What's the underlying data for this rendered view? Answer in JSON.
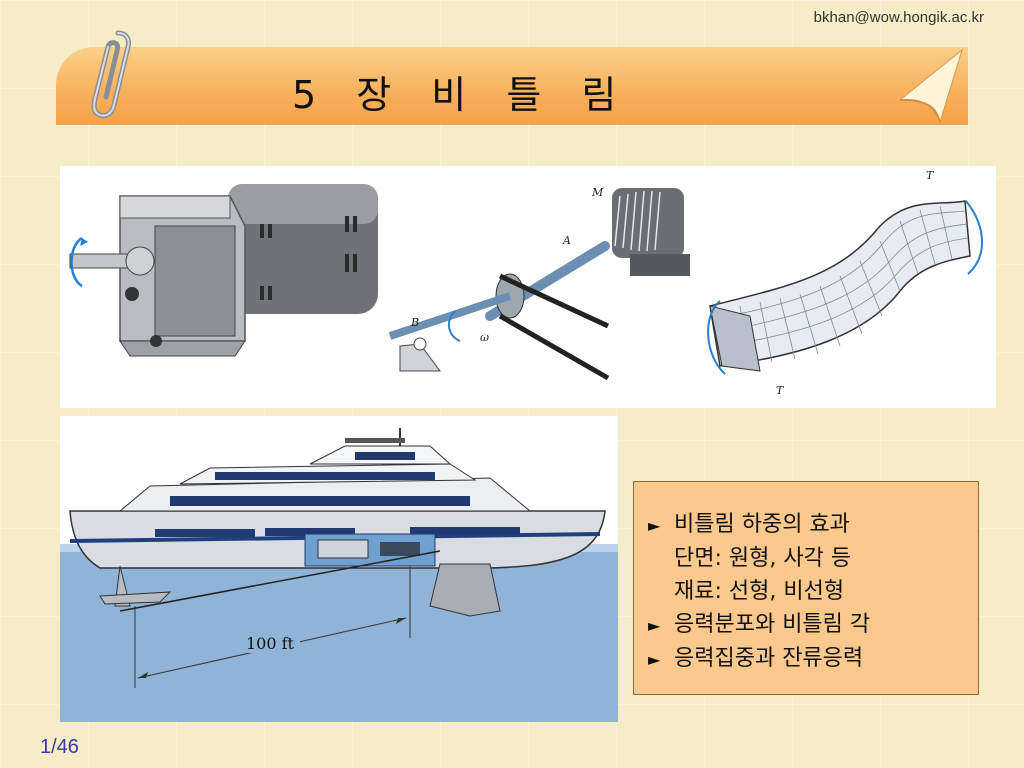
{
  "header": {
    "email": "bkhan@wow.hongik.ac.kr",
    "title": "5 장  비 틀 림"
  },
  "figures": {
    "shaft_labels": {
      "M": "M",
      "A": "A",
      "B": "B",
      "omega": "ω"
    },
    "torque_labels": {
      "top": "T",
      "bottom": "T"
    },
    "ship_dimension": "100 ft"
  },
  "info": {
    "items": [
      {
        "bullet": "►",
        "text": "비틀림 하중의 효과"
      },
      {
        "bullet": "",
        "text": "단면: 원형, 사각 등"
      },
      {
        "bullet": "",
        "text": "재료: 선형, 비선형"
      },
      {
        "bullet": "►",
        "text": "응력분포와 비틀림 각"
      },
      {
        "bullet": "►",
        "text": "응력집중과 잔류응력"
      }
    ]
  },
  "footer": {
    "page": "1/46"
  },
  "colors": {
    "title_bar": "#f7b05a",
    "info_box": "#fbc98e",
    "water": "#8fb4d8"
  },
  "icons": [
    "paperclip-icon",
    "page-curl-icon"
  ]
}
